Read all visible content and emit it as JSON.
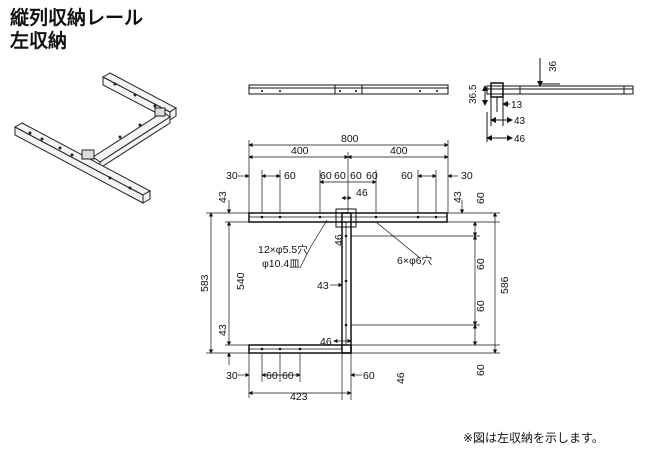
{
  "title": {
    "line1": "縦列収納レール",
    "line2": "左収納"
  },
  "note": "※図は左収納を示します。",
  "dims": {
    "total_width": "800",
    "half_left": "400",
    "half_right": "400",
    "edge_left": "30",
    "edge_right": "30",
    "pitch60": "60",
    "p46": "46",
    "p43": "43",
    "h583": "583",
    "h540": "540",
    "h586": "586",
    "bottom_width": "423",
    "side_36": "36",
    "side_365": "36.5",
    "side_13": "13",
    "side_43": "43",
    "side_46": "46"
  },
  "labels": {
    "holes_12": "12×φ5.5穴",
    "holes_12b": "φ10.4皿",
    "holes_6": "6×φ6穴"
  }
}
